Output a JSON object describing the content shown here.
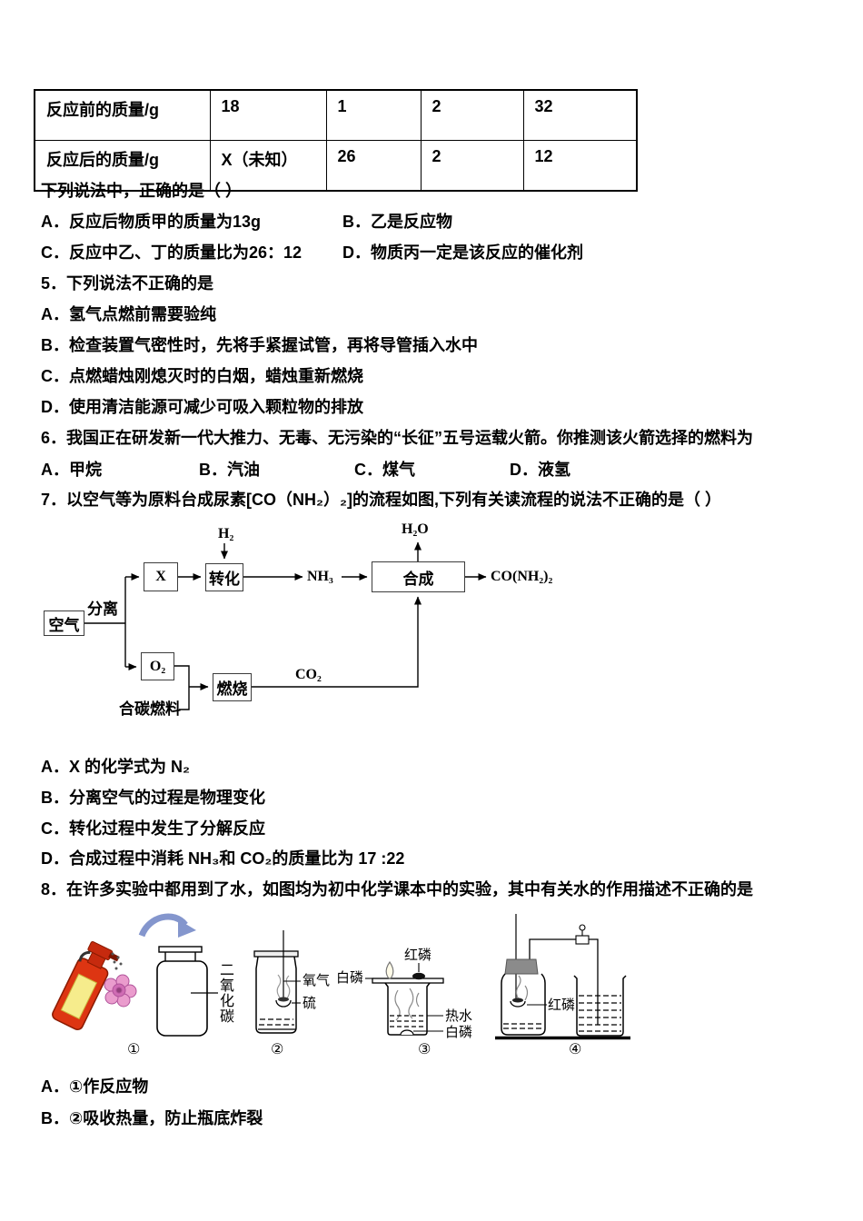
{
  "table": {
    "rows": [
      {
        "cells": [
          "反应前的质量/g",
          "18",
          "1",
          "2",
          "32"
        ]
      },
      {
        "cells": [
          "反应后的质量/g",
          "X（未知）",
          "26",
          "2",
          "12"
        ]
      }
    ]
  },
  "q4": {
    "stem": "下列说法中，正确的是（    ）",
    "optionA": "A．反应后物质甲的质量为13g",
    "optionB": "B．乙是反应物",
    "optionC": "C．反应中乙、丁的质量比为26：12",
    "optionD": "D．物质丙一定是该反应的催化剂"
  },
  "q5": {
    "stem": "5．下列说法不正确的是",
    "optionA": "A．氢气点燃前需要验纯",
    "optionB": "B．检查装置气密性时，先将手紧握试管，再将导管插入水中",
    "optionC": "C．点燃蜡烛刚熄灭时的白烟，蜡烛重新燃烧",
    "optionD": "D．使用清洁能源可减少可吸入颗粒物的排放"
  },
  "q6": {
    "stem": "6．我国正在研发新一代大推力、无毒、无污染的“长征”五号运载火箭。你推测该火箭选择的燃料为",
    "optionA": "A．甲烷",
    "optionB": "B．汽油",
    "optionC": "C．煤气",
    "optionD": "D．液氢"
  },
  "q7": {
    "stem": "7．以空气等为原料台成尿素[CO（NH₂）₂]的流程如图,下列有关读流程的说法不正确的是（      ）",
    "flow": {
      "air": "空气",
      "separate": "分离",
      "x_box": "X",
      "convert": "转化",
      "h2": "H₂",
      "nh3": "NH₃",
      "synthesize": "合成",
      "h2o": "H₂O",
      "product": "CO(NH₂)₂",
      "o2": "O₂",
      "burn": "燃烧",
      "co2": "CO₂",
      "carbon_fuel": "合碳燃料"
    },
    "optionA": "A．X 的化学式为 N₂",
    "optionB": "B．分离空气的过程是物理变化",
    "optionC": "C．转化过程中发生了分解反应",
    "optionD": "D．合成过程中消耗 NH₃和 CO₂的质量比为 17 :22"
  },
  "q8": {
    "stem": "8．在许多实验中都用到了水，如图均为初中化学课本中的实验，其中有关水的作用描述不正确的是",
    "labels": {
      "co2_jar": "二氧化碳",
      "oxygen": "氧气",
      "sulfur": "硫",
      "white_p": "白磷",
      "red_p": "红磷",
      "hot_water": "热水",
      "white_p_bottom": "白磷",
      "red_p_bottle": "红磷",
      "fig1": "①",
      "fig2": "②",
      "fig3": "③",
      "fig4": "④"
    },
    "optionA": "A．①作反应物",
    "optionB": "B．②吸收热量，防止瓶底炸裂"
  }
}
